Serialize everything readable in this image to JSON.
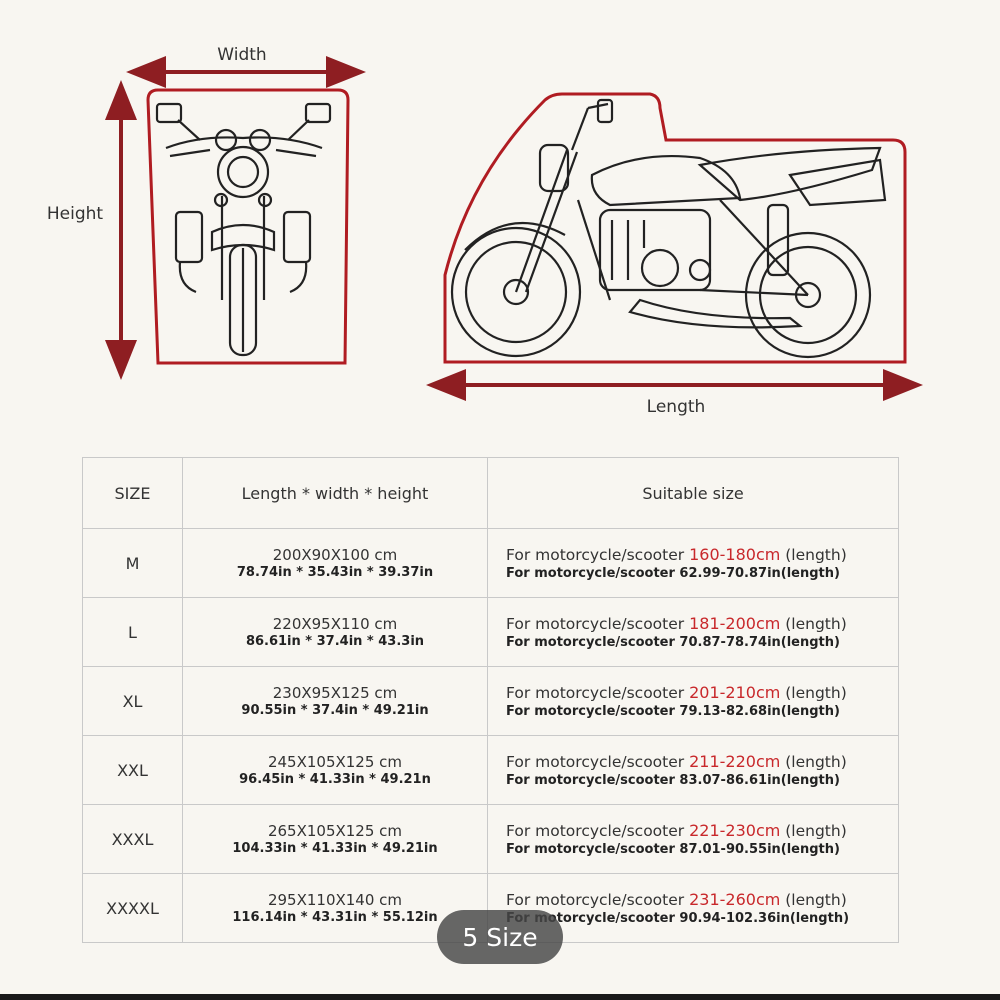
{
  "diagram": {
    "width_label": "Width",
    "height_label": "Height",
    "length_label": "Length"
  },
  "table": {
    "headers": [
      "SIZE",
      "Length * width * height",
      "Suitable size"
    ],
    "rows": [
      {
        "size": "M",
        "cm": "200X90X100 cm",
        "inches": "78.74in * 35.43in * 39.37in",
        "prefix": "For motorcycle/scooter ",
        "range_cm": "160-180cm",
        "suffix": " (length)",
        "line2": "For motorcycle/scooter   62.99-70.87in(length)"
      },
      {
        "size": "L",
        "cm": "220X95X110 cm",
        "inches": "86.61in * 37.4in * 43.3in",
        "prefix": "For motorcycle/scooter ",
        "range_cm": "181-200cm",
        "suffix": " (length)",
        "line2": "For motorcycle/scooter   70.87-78.74in(length)"
      },
      {
        "size": "XL",
        "cm": "230X95X125 cm",
        "inches": "90.55in * 37.4in * 49.21in",
        "prefix": "For motorcycle/scooter ",
        "range_cm": "201-210cm",
        "suffix": " (length)",
        "line2": "For motorcycle/scooter   79.13-82.68in(length)"
      },
      {
        "size": "XXL",
        "cm": "245X105X125 cm",
        "inches": "96.45in * 41.33in * 49.21n",
        "prefix": "For motorcycle/scooter ",
        "range_cm": "211-220cm",
        "suffix": " (length)",
        "line2": "For motorcycle/scooter   83.07-86.61in(length)"
      },
      {
        "size": "XXXL",
        "cm": "265X105X125 cm",
        "inches": "104.33in * 41.33in * 49.21in",
        "prefix": "For motorcycle/scooter ",
        "range_cm": "221-230cm",
        "suffix": " (length)",
        "line2": "For motorcycle/scooter   87.01-90.55in(length)"
      },
      {
        "size": "XXXXL",
        "cm": "295X110X140 cm",
        "inches": "116.14in * 43.31in * 55.12in",
        "prefix": "For motorcycle/scooter ",
        "range_cm": "231-260cm",
        "suffix": " (length)",
        "line2": "For motorcycle/scooter   90.94-102.36in(length)"
      }
    ]
  },
  "overlay": {
    "label": "5 Size"
  },
  "colors": {
    "accent_red": "#c8282b",
    "outline_red": "#b01c22",
    "arrow_red": "#8e1e22"
  }
}
